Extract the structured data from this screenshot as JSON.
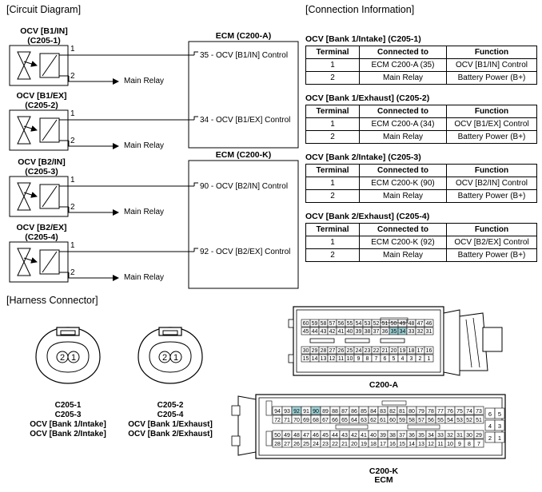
{
  "headings": {
    "circuit": "[Circuit Diagram]",
    "connection": "[Connection Information]",
    "harness": "[Harness Connector]"
  },
  "ocvs": [
    {
      "name": "OCV [B1/IN]",
      "code": "(C205-1)",
      "pin1": "1",
      "pin2": "2",
      "relay": "Main Relay",
      "ecm_pin": "35 - OCV [B1/IN] Control"
    },
    {
      "name": "OCV [B1/EX]",
      "code": "(C205-2)",
      "pin1": "1",
      "pin2": "2",
      "relay": "Main Relay",
      "ecm_pin": "34 - OCV [B1/EX] Control"
    },
    {
      "name": "OCV [B2/IN]",
      "code": "(C205-3)",
      "pin1": "1",
      "pin2": "2",
      "relay": "Main Relay",
      "ecm_pin": "90 - OCV [B2/IN] Control"
    },
    {
      "name": "OCV [B2/EX]",
      "code": "(C205-4)",
      "pin1": "1",
      "pin2": "2",
      "relay": "Main Relay",
      "ecm_pin": "92 - OCV [B2/EX] Control"
    }
  ],
  "ecm_boxes": {
    "a": "ECM (C200-A)",
    "k": "ECM (C200-K)"
  },
  "tables": [
    {
      "title": "OCV [Bank 1/Intake] (C205-1)",
      "headers": [
        "Terminal",
        "Connected to",
        "Function"
      ],
      "rows": [
        [
          "1",
          "ECM C200-A (35)",
          "OCV [B1/IN] Control"
        ],
        [
          "2",
          "Main Relay",
          "Battery Power (B+)"
        ]
      ]
    },
    {
      "title": "OCV [Bank 1/Exhaust] (C205-2)",
      "headers": [
        "Terminal",
        "Connected to",
        "Function"
      ],
      "rows": [
        [
          "1",
          "ECM C200-A (34)",
          "OCV [B1/EX] Control"
        ],
        [
          "2",
          "Main Relay",
          "Battery Power (B+)"
        ]
      ]
    },
    {
      "title": "OCV [Bank 2/Intake] (C205-3)",
      "headers": [
        "Terminal",
        "Connected to",
        "Function"
      ],
      "rows": [
        [
          "1",
          "ECM C200-K (90)",
          "OCV [B2/IN] Control"
        ],
        [
          "2",
          "Main Relay",
          "Battery Power (B+)"
        ]
      ]
    },
    {
      "title": "OCV [Bank 2/Exhaust] (C205-4)",
      "headers": [
        "Terminal",
        "Connected to",
        "Function"
      ],
      "rows": [
        [
          "1",
          "ECM C200-K (92)",
          "OCV [B2/EX] Control"
        ],
        [
          "2",
          "Main Relay",
          "Battery Power (B+)"
        ]
      ]
    }
  ],
  "harness": {
    "conn1": {
      "pins": [
        "2",
        "1"
      ],
      "lines": [
        "C205-1",
        "C205-3",
        "OCV [Bank 1/Intake]",
        "OCV [Bank 2/Intake]"
      ]
    },
    "conn2": {
      "pins": [
        "2",
        "1"
      ],
      "lines": [
        "C205-2",
        "C205-4",
        "OCV [Bank 1/Exhaust]",
        "OCV [Bank 2/Exhaust]"
      ]
    },
    "c200a": {
      "label": "C200-A",
      "row1": [
        "60",
        "59",
        "58",
        "57",
        "56",
        "55",
        "54",
        "53",
        "52",
        "51",
        "50",
        "49",
        "48",
        "47",
        "46"
      ],
      "row2": [
        "45",
        "44",
        "43",
        "42",
        "41",
        "40",
        "39",
        "38",
        "37",
        "36",
        "35",
        "34",
        "33",
        "32",
        "31"
      ],
      "row3": [
        "30",
        "29",
        "28",
        "27",
        "26",
        "25",
        "24",
        "23",
        "22",
        "21",
        "20",
        "19",
        "18",
        "17",
        "16"
      ],
      "row4": [
        "15",
        "14",
        "13",
        "12",
        "11",
        "10",
        "9",
        "8",
        "7",
        "6",
        "5",
        "4",
        "3",
        "2",
        "1"
      ],
      "highlight": [
        "35",
        "34"
      ]
    },
    "c200k": {
      "label": "C200-K",
      "sublabel": "ECM",
      "row1": [
        "94",
        "93",
        "92",
        "91",
        "90",
        "89",
        "88",
        "87",
        "86",
        "85",
        "84",
        "83",
        "82",
        "81",
        "80",
        "79",
        "78",
        "77",
        "76",
        "75",
        "74",
        "73"
      ],
      "row2": [
        "72",
        "71",
        "70",
        "69",
        "68",
        "67",
        "66",
        "65",
        "64",
        "63",
        "62",
        "61",
        "60",
        "59",
        "58",
        "57",
        "56",
        "55",
        "54",
        "53",
        "52",
        "51"
      ],
      "row3": [
        "50",
        "49",
        "48",
        "47",
        "46",
        "45",
        "44",
        "43",
        "42",
        "41",
        "40",
        "39",
        "38",
        "37",
        "36",
        "35",
        "34",
        "33",
        "32",
        "31",
        "30",
        "29"
      ],
      "row4": [
        "28",
        "27",
        "26",
        "25",
        "24",
        "23",
        "22",
        "21",
        "20",
        "19",
        "18",
        "17",
        "16",
        "15",
        "14",
        "13",
        "12",
        "11",
        "10",
        "9",
        "8",
        "7"
      ],
      "side": [
        "6",
        "5",
        "4",
        "3",
        "2",
        "1"
      ],
      "highlight": [
        "92",
        "90"
      ]
    }
  }
}
